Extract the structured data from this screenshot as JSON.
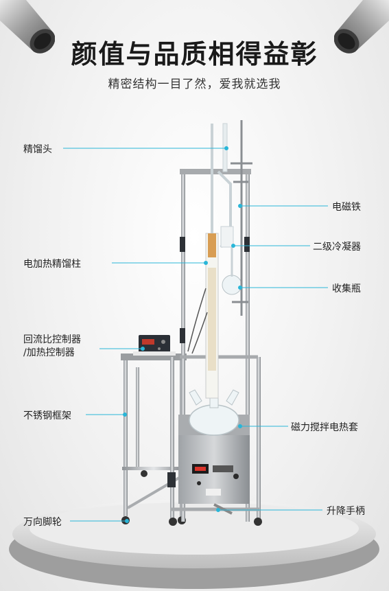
{
  "title": "颜值与品质相得益彰",
  "subtitle": "精密结构一目了然，爱我就选我",
  "labels": {
    "jingliutou": "精馏头",
    "dianjiare_jingliuzhu": "电加热精馏柱",
    "huiliubi_line1": "回流比控制器",
    "huiliubi_line2": "/加热控制器",
    "buxiugang": "不锈钢框架",
    "wanxiang": "万向脚轮",
    "diancitie": "电磁铁",
    "erji": "二级冷凝器",
    "shoujiping": "收集瓶",
    "cili": "磁力搅拌电热套",
    "shengjiang": "升降手柄"
  },
  "colors": {
    "callout_line": "#29b6d8",
    "frame_steel": "#b8bcc0",
    "platform": "#d9d9d9"
  },
  "icons": {
    "top_left": "pipe-corner-icon",
    "top_right": "pipe-corner-icon"
  }
}
